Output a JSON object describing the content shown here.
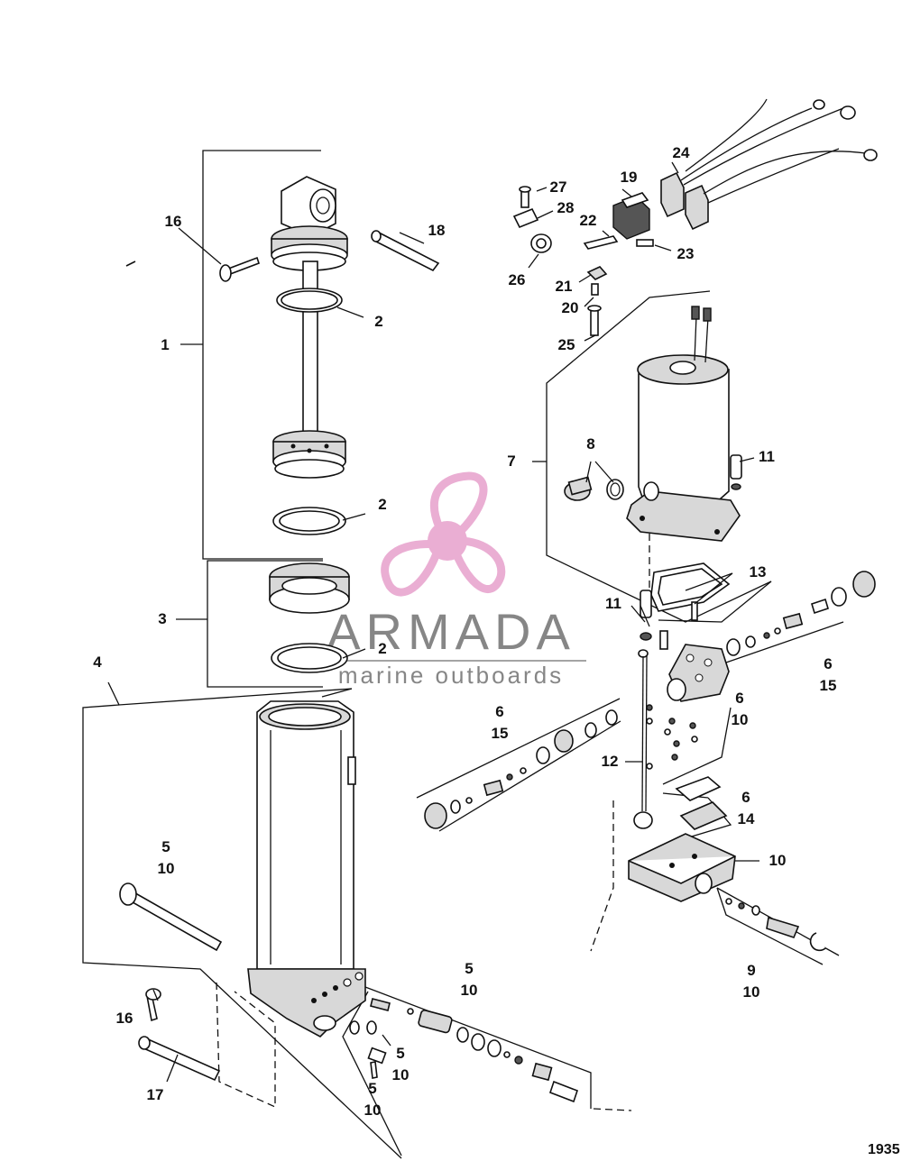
{
  "watermark": {
    "brand": "ARMADA",
    "tagline": "marine outboards",
    "color": "#e8a6cf"
  },
  "figure_number": "1935",
  "callouts": [
    {
      "id": "c1",
      "lines": [
        "1"
      ]
    },
    {
      "id": "c2a",
      "lines": [
        "2"
      ]
    },
    {
      "id": "c2b",
      "lines": [
        "2"
      ]
    },
    {
      "id": "c2c",
      "lines": [
        "2"
      ]
    },
    {
      "id": "c3",
      "lines": [
        "3"
      ]
    },
    {
      "id": "c4",
      "lines": [
        "4"
      ]
    },
    {
      "id": "c5a",
      "lines": [
        "5",
        "10"
      ]
    },
    {
      "id": "c5b",
      "lines": [
        "5",
        "10"
      ]
    },
    {
      "id": "c5c",
      "lines": [
        "5",
        "10"
      ]
    },
    {
      "id": "c5d",
      "lines": [
        "5",
        "10"
      ]
    },
    {
      "id": "c6a",
      "lines": [
        "6",
        "15"
      ]
    },
    {
      "id": "c6b",
      "lines": [
        "6",
        "15"
      ]
    },
    {
      "id": "c6c",
      "lines": [
        "6",
        "10"
      ]
    },
    {
      "id": "c6d",
      "lines": [
        "6",
        "14"
      ]
    },
    {
      "id": "c7",
      "lines": [
        "7"
      ]
    },
    {
      "id": "c8",
      "lines": [
        "8"
      ]
    },
    {
      "id": "c9",
      "lines": [
        "9",
        "10"
      ]
    },
    {
      "id": "c10",
      "lines": [
        "10"
      ]
    },
    {
      "id": "c11a",
      "lines": [
        "11"
      ]
    },
    {
      "id": "c11b",
      "lines": [
        "11"
      ]
    },
    {
      "id": "c12",
      "lines": [
        "12"
      ]
    },
    {
      "id": "c13",
      "lines": [
        "13"
      ]
    },
    {
      "id": "c16a",
      "lines": [
        "16"
      ]
    },
    {
      "id": "c16b",
      "lines": [
        "16"
      ]
    },
    {
      "id": "c17",
      "lines": [
        "17"
      ]
    },
    {
      "id": "c18",
      "lines": [
        "18"
      ]
    },
    {
      "id": "c19",
      "lines": [
        "19"
      ]
    },
    {
      "id": "c20",
      "lines": [
        "20"
      ]
    },
    {
      "id": "c21",
      "lines": [
        "21"
      ]
    },
    {
      "id": "c22",
      "lines": [
        "22"
      ]
    },
    {
      "id": "c23",
      "lines": [
        "23"
      ]
    },
    {
      "id": "c24",
      "lines": [
        "24"
      ]
    },
    {
      "id": "c25",
      "lines": [
        "25"
      ]
    },
    {
      "id": "c26",
      "lines": [
        "26"
      ]
    },
    {
      "id": "c27",
      "lines": [
        "27"
      ]
    },
    {
      "id": "c28",
      "lines": [
        "28"
      ]
    }
  ]
}
